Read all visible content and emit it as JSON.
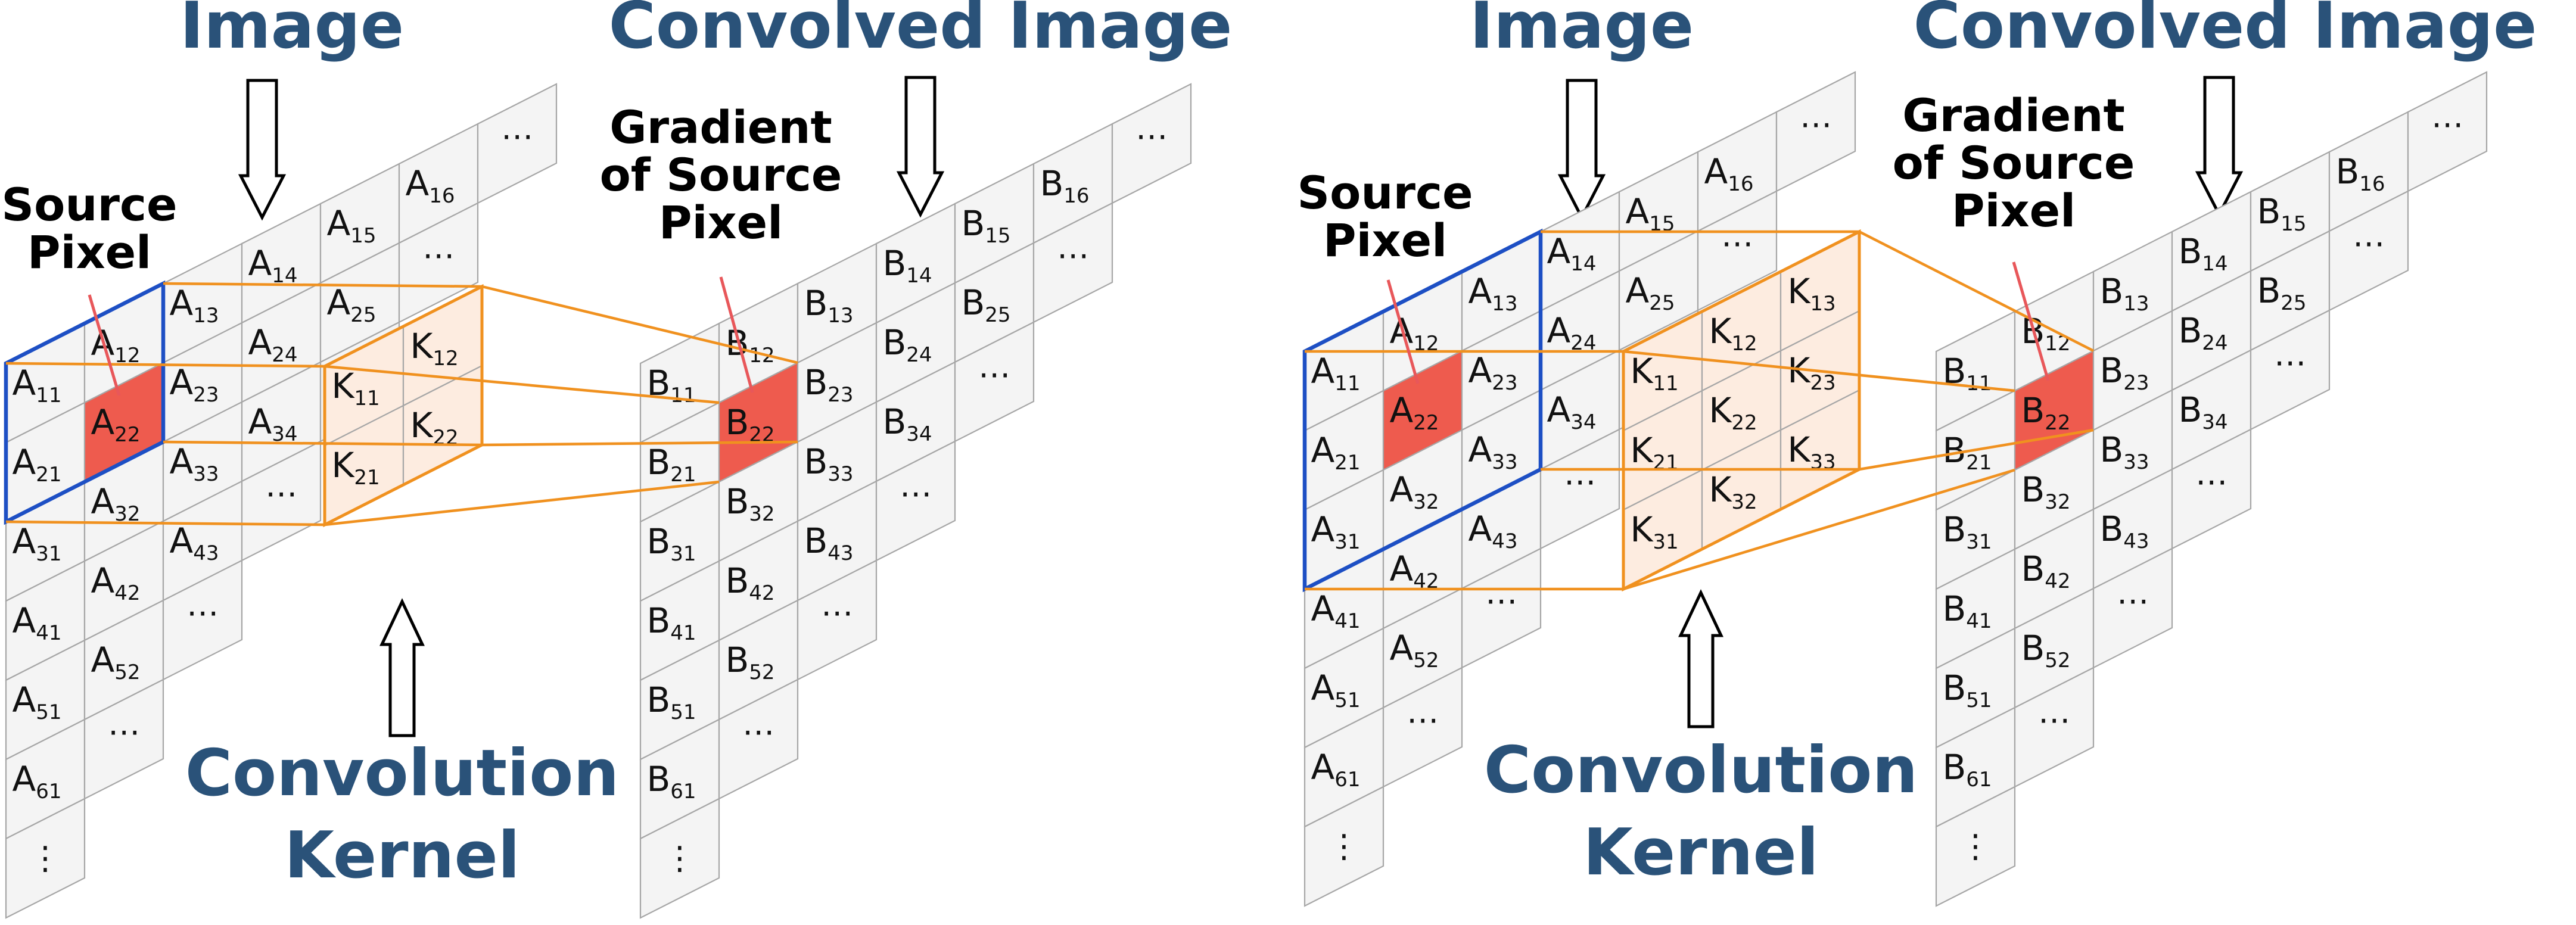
{
  "panels": [
    {
      "id": "panel-3x3-left",
      "title_image": "Image",
      "title_convolved": "Convolved Image",
      "label_source": [
        "Source",
        "Pixel"
      ],
      "label_gradient": [
        "Gradient",
        "of Source",
        "Pixel"
      ],
      "label_kernel": [
        "Convolution",
        "Kernel"
      ]
    },
    {
      "id": "panel-3x3-right",
      "title_image": "Image",
      "title_convolved": "Convolved Image",
      "label_source": [
        "Source",
        "Pixel"
      ],
      "label_gradient": [
        "Gradient",
        "of Source",
        "Pixel"
      ],
      "label_kernel": [
        "Convolution",
        "Kernel"
      ]
    }
  ],
  "image_cells": [
    [
      "A",
      "11"
    ],
    [
      "A",
      "12"
    ],
    [
      "A",
      "13"
    ],
    [
      "A",
      "14"
    ],
    [
      "A",
      "15"
    ],
    [
      "A",
      "16"
    ],
    [
      "A",
      "21"
    ],
    [
      "A",
      "22"
    ],
    [
      "A",
      "23"
    ],
    [
      "A",
      "24"
    ],
    [
      "A",
      "25"
    ],
    [
      "A",
      "31"
    ],
    [
      "A",
      "32"
    ],
    [
      "A",
      "33"
    ],
    [
      "A",
      "34"
    ],
    [
      "A",
      "41"
    ],
    [
      "A",
      "42"
    ],
    [
      "A",
      "43"
    ],
    [
      "A",
      "51"
    ],
    [
      "A",
      "52"
    ],
    [
      "A",
      "61"
    ]
  ],
  "output_cells": [
    [
      "B",
      "11"
    ],
    [
      "B",
      "12"
    ],
    [
      "B",
      "13"
    ],
    [
      "B",
      "14"
    ],
    [
      "B",
      "15"
    ],
    [
      "B",
      "16"
    ],
    [
      "B",
      "21"
    ],
    [
      "B",
      "22"
    ],
    [
      "B",
      "23"
    ],
    [
      "B",
      "24"
    ],
    [
      "B",
      "25"
    ],
    [
      "B",
      "31"
    ],
    [
      "B",
      "32"
    ],
    [
      "B",
      "33"
    ],
    [
      "B",
      "34"
    ],
    [
      "B",
      "41"
    ],
    [
      "B",
      "42"
    ],
    [
      "B",
      "43"
    ],
    [
      "B",
      "51"
    ],
    [
      "B",
      "52"
    ],
    [
      "B",
      "61"
    ]
  ],
  "kernel_small": [
    [
      "K",
      "11"
    ],
    [
      "K",
      "12"
    ],
    [
      "K",
      "21"
    ],
    [
      "K",
      "22"
    ]
  ],
  "kernel_large": [
    [
      "K",
      "11"
    ],
    [
      "K",
      "12"
    ],
    [
      "K",
      "13"
    ],
    [
      "K",
      "21"
    ],
    [
      "K",
      "22"
    ],
    [
      "K",
      "23"
    ],
    [
      "K",
      "31"
    ],
    [
      "K",
      "32"
    ],
    [
      "K",
      "33"
    ]
  ],
  "ellipsis": "⋯",
  "vdots": "⋮",
  "colors": {
    "title": "#2a5279",
    "source_pixel": "#ee5b4e",
    "kernel_fill": "#fdece0",
    "kernel_stroke": "#f0911f",
    "blue_frame": "#1d4fc4",
    "cell_fill": "#f4f4f4"
  }
}
